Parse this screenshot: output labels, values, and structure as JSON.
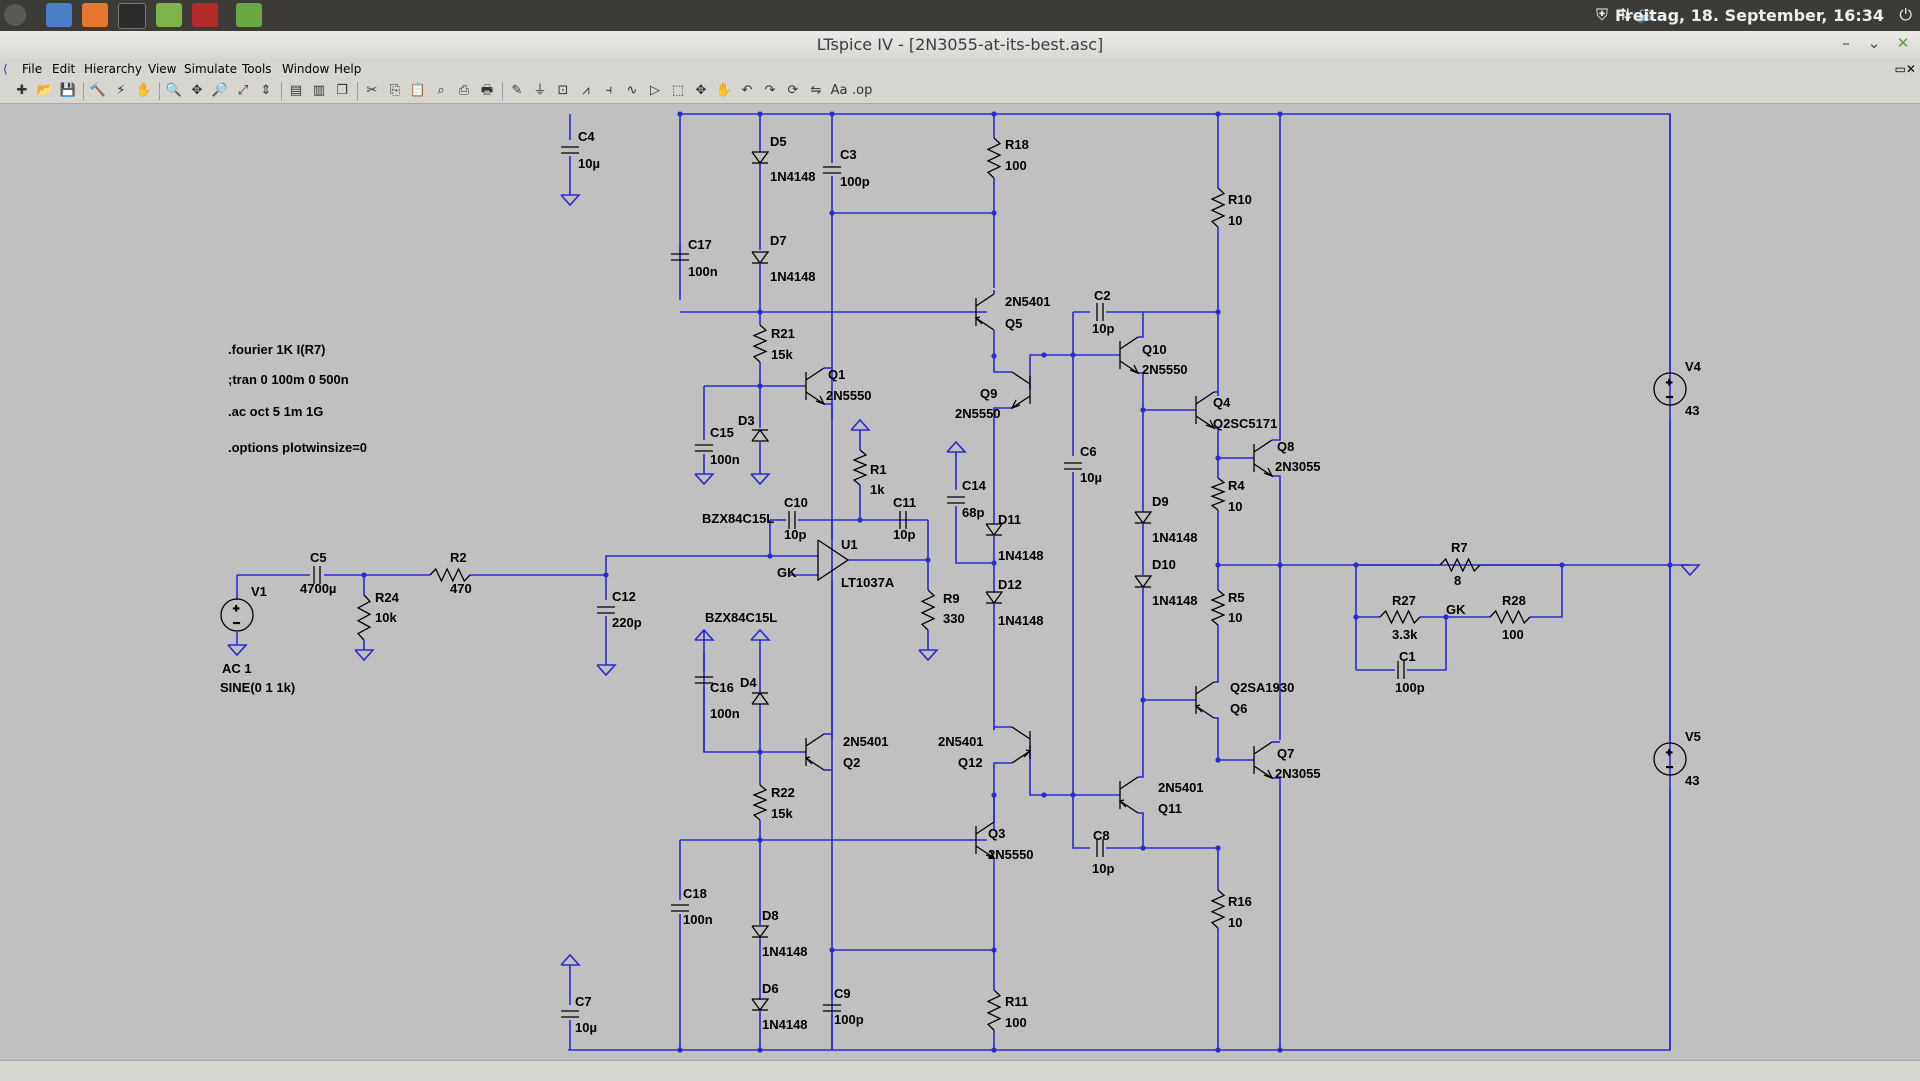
{
  "topbar": {
    "clock": "Freitag, 18. September, 16:34",
    "icons": [
      "settings-gear-icon",
      "mail-icon",
      "firefox-icon",
      "terminal-icon",
      "files-icon",
      "ltspice-icon",
      "app-icon"
    ],
    "indicators": [
      "shield-icon",
      "network-icon",
      "volume-icon",
      "power-icon"
    ]
  },
  "window": {
    "title": "LTspice IV - [2N3055-at-its-best.asc]",
    "buttons": {
      "minimize": "–",
      "restore": "⌄",
      "close": "✕"
    }
  },
  "menu": [
    "File",
    "Edit",
    "Hierarchy",
    "View",
    "Simulate",
    "Tools",
    "Window",
    "Help"
  ],
  "toolbar": [
    "new-schematic-icon",
    "open-icon",
    "save-icon",
    "control-panel-icon",
    "run-icon",
    "halt-icon",
    "zoom-in-icon",
    "pan-icon",
    "zoom-out-icon",
    "zoom-fit-icon",
    "autorange-icon",
    "tile-horizontal-icon",
    "tile-vertical-icon",
    "cascade-icon",
    "cut-icon",
    "copy-icon",
    "paste-icon",
    "find-icon",
    "print-icon",
    "print-preview-icon",
    "draw-wire-icon",
    "ground-icon",
    "label-net-icon",
    "resistor-icon",
    "capacitor-icon",
    "inductor-icon",
    "diode-icon",
    "component-icon",
    "move-icon",
    "drag-icon",
    "undo-icon",
    "redo-icon",
    "rotate-icon",
    "mirror-icon",
    "text-icon",
    "spice-directive-icon"
  ],
  "directives": [
    ".fourier 1K I(R7)",
    ";tran 0 100m 0 500n",
    ".ac oct 5 1m 1G",
    ".options plotwinsize=0"
  ],
  "labels": {
    "C4": "C4",
    "C4v": "10µ",
    "D5": "D5",
    "D5v": "1N4148",
    "C3": "C3",
    "C3v": "100p",
    "R18": "R18",
    "R18v": "100",
    "R10": "R10",
    "R10v": "10",
    "D7": "D7",
    "D7v": "1N4148",
    "C17": "C17",
    "C17v": "100n",
    "Q5": "Q5",
    "Q5v": "2N5401",
    "C2": "C2",
    "C2v": "10p",
    "R21": "R21",
    "R21v": "15k",
    "Q1": "Q1",
    "Q1v": "2N5550",
    "Q10": "Q10",
    "Q10v": "2N5550",
    "Q9": "Q9",
    "Q9v": "2N5550",
    "Q4": "Q4",
    "Q4v": "Q2SC5171",
    "V4": "V4",
    "V4v": "43",
    "D3": "D3",
    "C15": "C15",
    "C15v": "100n",
    "C6": "C6",
    "C6v": "10µ",
    "Q8": "Q8",
    "Q8v": "2N3055",
    "R1": "R1",
    "R1v": "1k",
    "C14": "C14",
    "C14v": "68p",
    "R4": "R4",
    "R4v": "10",
    "D9": "D9",
    "D9v": "1N4148",
    "C10": "C10",
    "C10v": "10p",
    "C11": "C11",
    "C11v": "10p",
    "D11": "D11",
    "D11v": "1N4148",
    "BZX1": "BZX84C15L",
    "U1": "U1",
    "U1v": "LT1037A",
    "GK": "GK",
    "R7": "R7",
    "R7v": "8",
    "D10": "D10",
    "D10v": "1N4148",
    "V1": "V1",
    "C5": "C5",
    "C5v": "4700µ",
    "R2": "R2",
    "R2v": "470",
    "D12": "D12",
    "D12v": "1N4148",
    "R24": "R24",
    "R24v": "10k",
    "C12": "C12",
    "C12v": "220p",
    "R9": "R9",
    "R9v": "330",
    "R5": "R5",
    "R5v": "10",
    "R27": "R27",
    "R27v": "3.3k",
    "GK2": "GK",
    "R28": "R28",
    "R28v": "100",
    "AC": "AC 1",
    "SINE": "SINE(0 1 1k)",
    "BZX2": "BZX84C15L",
    "C1": "C1",
    "C1v": "100p",
    "D4": "D4",
    "C16": "C16",
    "C16v": "100n",
    "Q6": "Q6",
    "Q6v": "Q2SA1930",
    "V5": "V5",
    "V5v": "43",
    "Q2": "Q2",
    "Q2v": "2N5401",
    "Q12": "Q12",
    "Q12v": "2N5401",
    "Q7": "Q7",
    "Q7v": "2N3055",
    "R22": "R22",
    "R22v": "15k",
    "Q11": "Q11",
    "Q11v": "2N5401",
    "Q3": "Q3",
    "Q3v": "2N5550",
    "C8": "C8",
    "C8v": "10p",
    "C18": "C18",
    "C18v": "100n",
    "R16": "R16",
    "R16v": "10",
    "D8": "D8",
    "D8v": "1N4148",
    "D6": "D6",
    "D6v": "1N4148",
    "C9": "C9",
    "C9v": "100p",
    "C7": "C7",
    "C7v": "10µ",
    "R11": "R11",
    "R11v": "100"
  },
  "colors": {
    "wire": "#2a2ad0",
    "component": "#000000",
    "background": "#c0c0c0"
  }
}
